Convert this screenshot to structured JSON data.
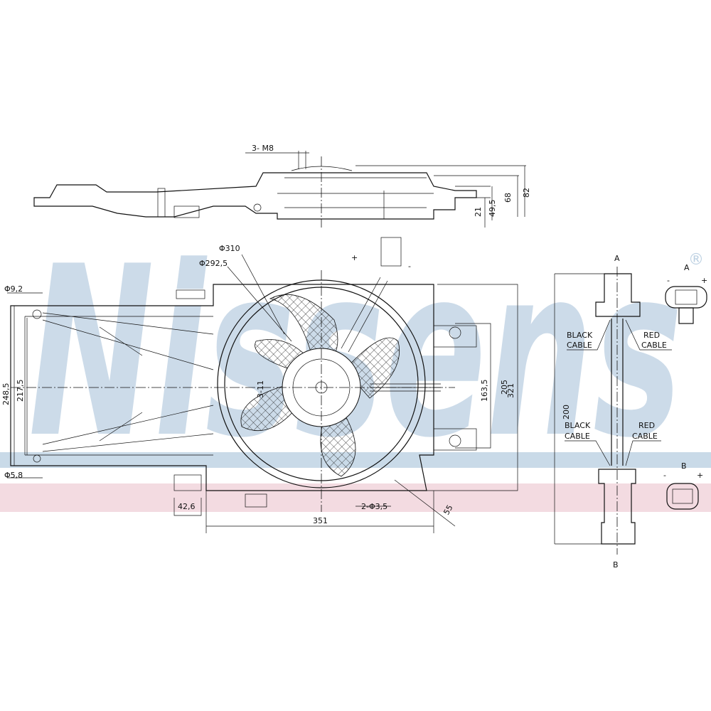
{
  "watermark": {
    "brand": "Nissens",
    "registered": "®",
    "color_blue": "#b9cfe0",
    "color_red": "#f0d3da"
  },
  "top_view": {
    "thread": "3- M8",
    "dims": [
      "82",
      "68",
      "49,5",
      "21"
    ]
  },
  "front_view": {
    "diameter_outer": "Φ310",
    "diameter_inner": "Φ292,5",
    "hole_top": "Φ9,2",
    "hole_bottom": "Φ5,8",
    "height_outer": "248,5",
    "height_inner": "217,5",
    "center_label": "3-11",
    "dim_163": "163,5",
    "dim_205": "205",
    "dim_321": "321",
    "width": "351",
    "dim_42": "42,6",
    "holes": "2-Φ3,5",
    "dim_55": "55",
    "plus": "+",
    "minus": "-"
  },
  "cable": {
    "end_a": "A",
    "end_b": "B",
    "length": "200",
    "black_cable": [
      "BLACK",
      "CABLE"
    ],
    "red_cable": [
      "RED",
      "CABLE"
    ],
    "connector_a": {
      "label": "A",
      "minus": "-",
      "plus": "+"
    },
    "connector_b": {
      "label": "B",
      "minus": "-",
      "plus": "+"
    }
  }
}
